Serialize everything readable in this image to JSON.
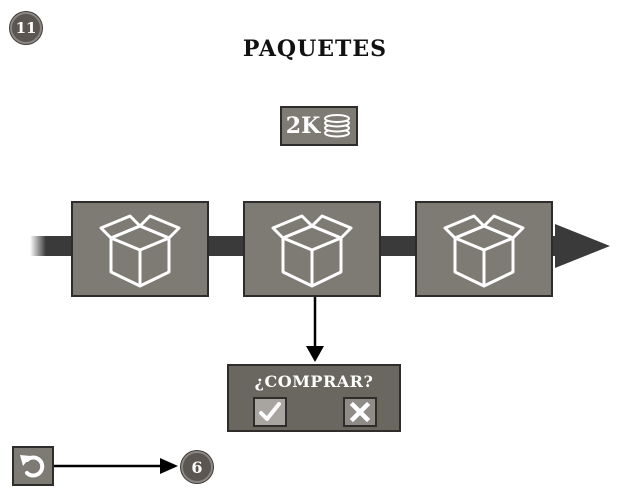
{
  "header": {
    "step_number": "11",
    "title": "PAQUETES"
  },
  "price": {
    "amount": "2K",
    "currency_icon": "coin-stack-icon"
  },
  "track": {
    "packages": [
      {
        "icon": "box-icon"
      },
      {
        "icon": "box-icon"
      },
      {
        "icon": "box-icon"
      }
    ],
    "selected_index": 1
  },
  "buy_dialog": {
    "prompt": "¿COMPRAR?",
    "confirm_icon": "checkmark-icon",
    "cancel_icon": "x-icon"
  },
  "footer": {
    "undo_icon": "undo-icon",
    "target_step": "6"
  },
  "colors": {
    "panel": "#7e7a74",
    "dialog": "#6a6660",
    "track": "#3a3a3a",
    "badge": "#5b5652"
  }
}
